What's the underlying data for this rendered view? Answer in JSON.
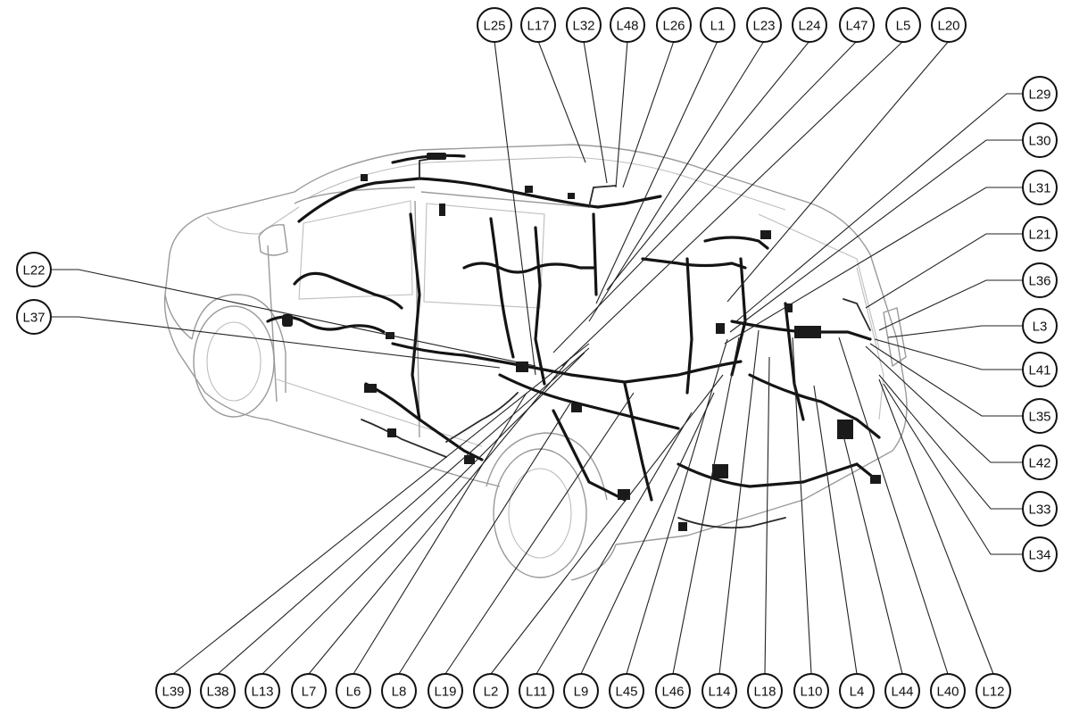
{
  "colors": {
    "line": "#111111",
    "vehicle_outline": "#9a9a9a",
    "harness": "#141414",
    "background": "#ffffff"
  },
  "callouts": {
    "top": [
      "L25",
      "L17",
      "L32",
      "L48",
      "L26",
      "L1",
      "L23",
      "L24",
      "L47",
      "L5",
      "L20"
    ],
    "right": [
      "L29",
      "L30",
      "L31",
      "L21",
      "L36",
      "L3",
      "L41",
      "L35",
      "L42",
      "L33",
      "L34"
    ],
    "left": [
      "L22",
      "L37"
    ],
    "bottom": [
      "L39",
      "L38",
      "L13",
      "L7",
      "L6",
      "L8",
      "L19",
      "L2",
      "L11",
      "L9",
      "L45",
      "L46",
      "L14",
      "L18",
      "L10",
      "L4",
      "L44",
      "L40",
      "L12"
    ]
  }
}
